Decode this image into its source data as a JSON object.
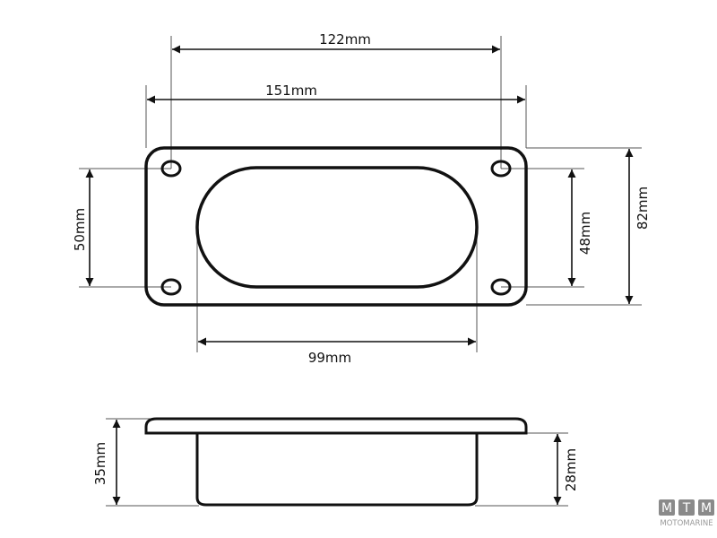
{
  "dimensions": {
    "hole_spacing_width": "122mm",
    "overall_width": "151mm",
    "hole_spacing_height": "50mm",
    "opening_height": "48mm",
    "overall_height": "82mm",
    "opening_width": "99mm",
    "overall_depth": "35mm",
    "body_depth": "28mm"
  },
  "logo": {
    "letters": [
      "M",
      "T",
      "M"
    ],
    "name": "MOTOMARINE"
  },
  "colors": {
    "line": "#111111",
    "extension_line": "#555555",
    "logo": "#8a8a8a"
  }
}
